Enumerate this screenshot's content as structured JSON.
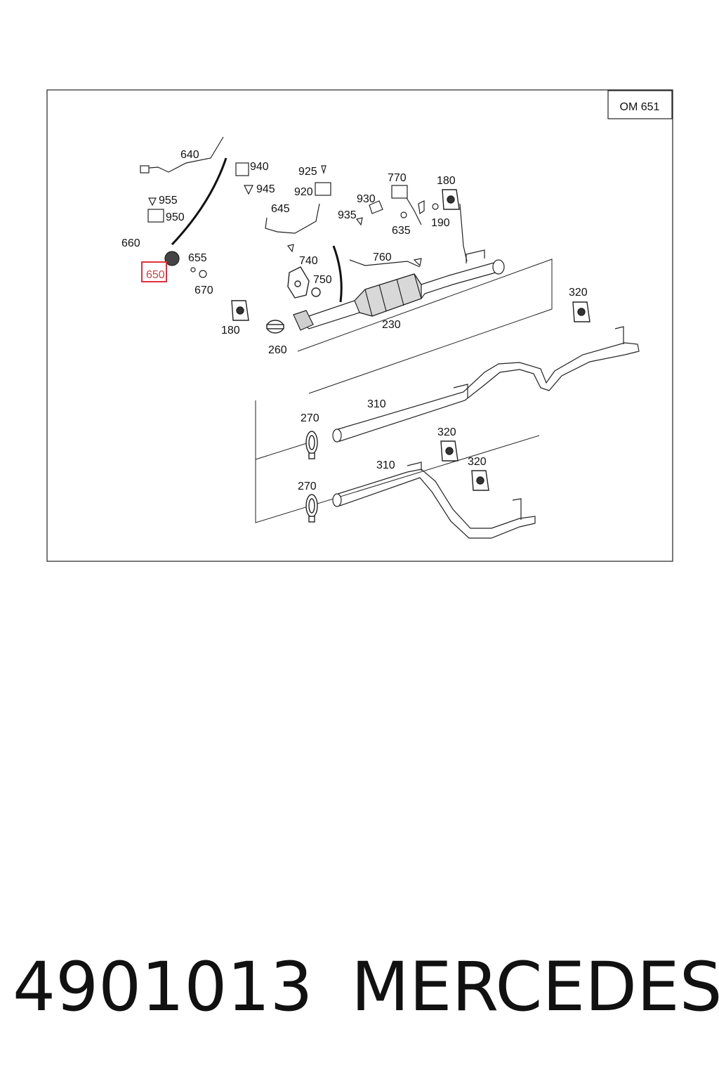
{
  "diagram": {
    "engine_code": "OM 651",
    "highlighted_part": "650",
    "highlight_color": "#e0303a",
    "labels": {
      "p640": "640",
      "p940": "940",
      "p945": "945",
      "p955": "955",
      "p950": "950",
      "p660": "660",
      "p650": "650",
      "p655": "655",
      "p670": "670",
      "p180a": "180",
      "p260": "260",
      "p925": "925",
      "p920": "920",
      "p645": "645",
      "p740": "740",
      "p750": "750",
      "p930": "930",
      "p935": "935",
      "p770": "770",
      "p635": "635",
      "p180b": "180",
      "p190": "190",
      "p760": "760",
      "p230": "230",
      "p320a": "320",
      "p310a": "310",
      "p270a": "270",
      "p320b": "320",
      "p310b": "310",
      "p320c": "320",
      "p270b": "270"
    }
  },
  "caption": {
    "part_number": "4901013",
    "brand": "MERCEDES"
  }
}
